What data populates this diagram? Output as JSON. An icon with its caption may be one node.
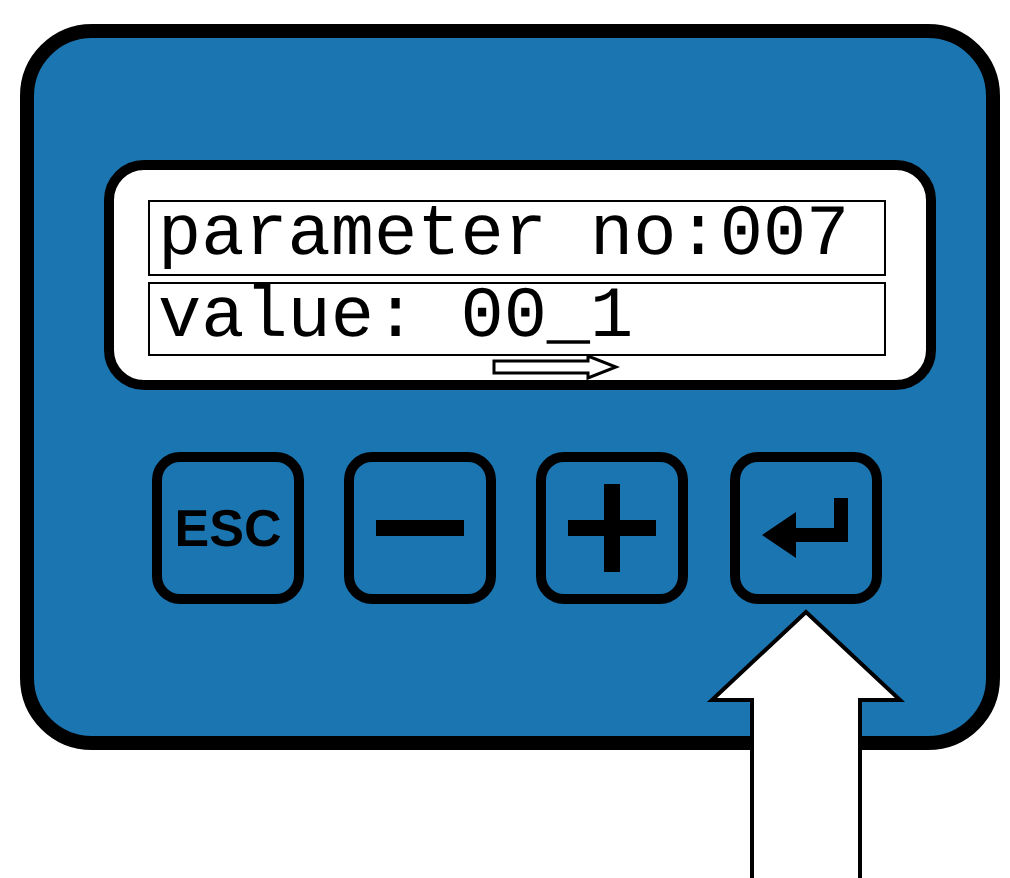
{
  "diagram": {
    "nodes": [
      {
        "text": [],
        "shape": "box"
      },
      {
        "text": [],
        "shape": "box",
        "in": 0
      },
      {
        "text": [
          "parameter no:007"
        ],
        "in": 1
      },
      {
        "text": [
          "value: 00_1"
        ],
        "in": 1
      },
      {
        "text": [
          "ESC"
        ],
        "in": 0
      },
      {
        "text": [],
        "shape": "box",
        "in": 0
      },
      {
        "text": [],
        "shape": "box",
        "in": 0
      },
      {
        "text": [],
        "shape": "box",
        "in": 0
      }
    ],
    "edges": [
      {
        "from": null,
        "to": 7,
        "arrow": "to"
      }
    ]
  }
}
